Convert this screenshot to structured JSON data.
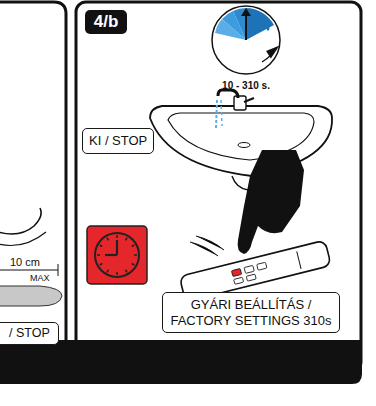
{
  "diagram": {
    "nodes": [
      {
        "text": [
          "/ STOP"
        ]
      },
      {
        "text": [
          "4/b"
        ]
      },
      {
        "text": [
          "KI / STOP"
        ]
      },
      {
        "text": [
          "GYÁRI BEÁLLÍTÁS / FACTORY SETTINGS 310s"
        ]
      }
    ],
    "labels": [
      "10 cm",
      "MAX",
      "10 - 310 s."
    ]
  }
}
